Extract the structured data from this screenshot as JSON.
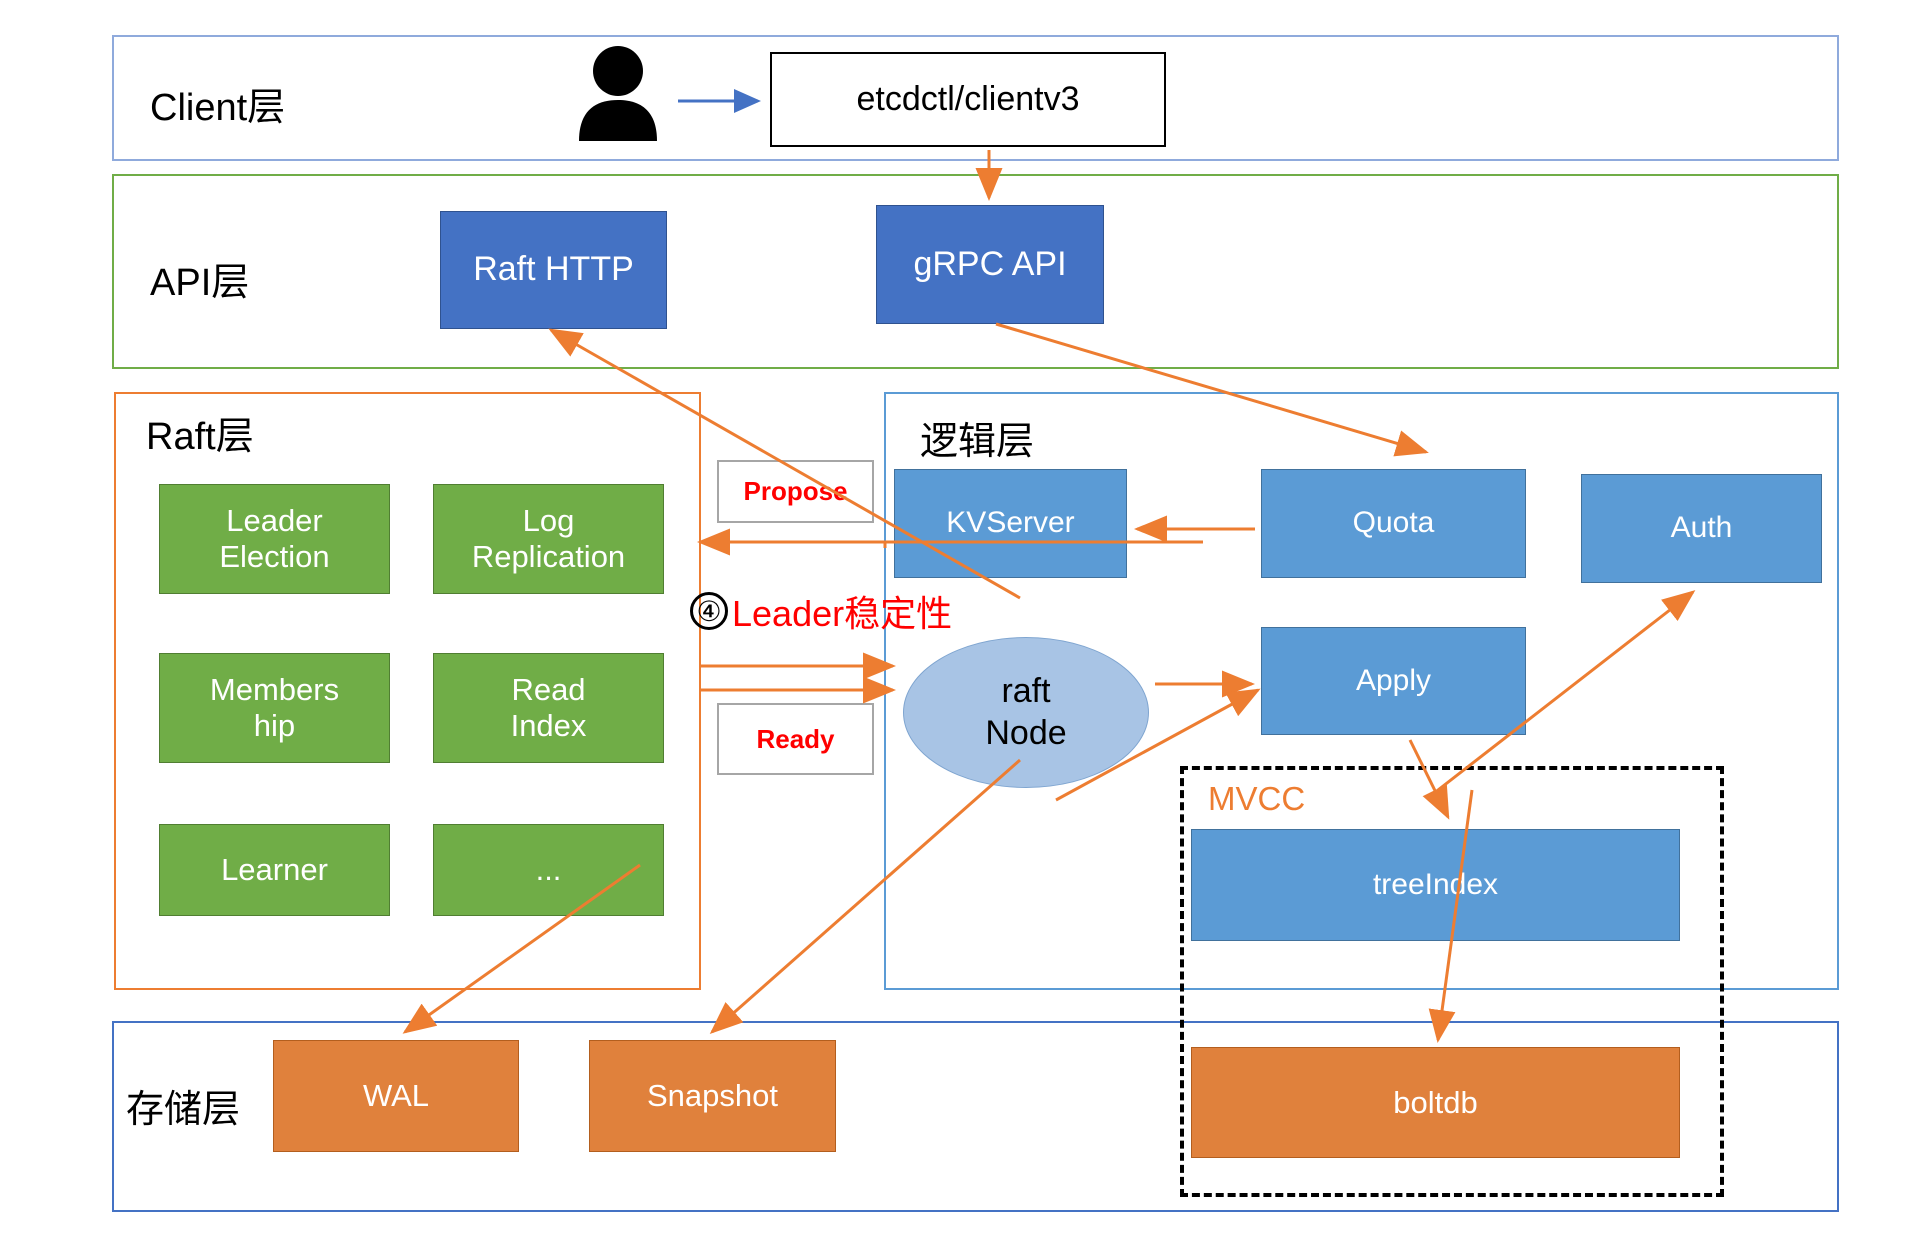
{
  "diagram": {
    "title": "etcd architecture layers",
    "colors": {
      "client_border": "#8FAADC",
      "api_border": "#70AD47",
      "raft_border": "#ED7D31",
      "logic_border": "#5B9BD5",
      "storage_border": "#4472C4",
      "api_node": "#4472C4",
      "raft_node": "#70AD47",
      "logic_node": "#5B9BD5",
      "storage_node": "#E0813C",
      "ellipse": "#A8C4E5",
      "arrow": "#ED7D31",
      "client_arrow": "#4472C4",
      "annotation_red": "#FF0000",
      "mvcc_label": "#ED7D31"
    },
    "layers": [
      {
        "name": "client",
        "title": "Client层"
      },
      {
        "name": "api",
        "title": "API层"
      },
      {
        "name": "raft",
        "title": "Raft层"
      },
      {
        "name": "logic",
        "title": "逻辑层"
      },
      {
        "name": "storage",
        "title": "存储层"
      }
    ],
    "client_layer": {
      "actor_icon": "person-icon",
      "client_box": "etcdctl/clientv3"
    },
    "api_layer": {
      "nodes": [
        {
          "id": "raft-http",
          "label": "Raft HTTP"
        },
        {
          "id": "grpc-api",
          "label": "gRPC API"
        }
      ]
    },
    "raft_layer": {
      "nodes": [
        {
          "id": "leader-election",
          "label": "Leader\nElection"
        },
        {
          "id": "log-replication",
          "label": "Log\nReplication"
        },
        {
          "id": "membership",
          "label": "Members\nhip"
        },
        {
          "id": "read-index",
          "label": "Read\nIndex"
        },
        {
          "id": "learner",
          "label": "Learner"
        },
        {
          "id": "more",
          "label": "..."
        }
      ]
    },
    "channels": [
      {
        "id": "propose",
        "label": "Propose"
      },
      {
        "id": "ready",
        "label": "Ready"
      }
    ],
    "annotation": {
      "number": "④",
      "text": "Leader稳定性"
    },
    "logic_layer": {
      "nodes": [
        {
          "id": "kvserver",
          "label": "KVServer"
        },
        {
          "id": "quota",
          "label": "Quota"
        },
        {
          "id": "auth",
          "label": "Auth"
        },
        {
          "id": "apply",
          "label": "Apply"
        },
        {
          "id": "raft-node",
          "label": "raft\nNode"
        }
      ],
      "mvcc": {
        "label": "MVCC",
        "nodes": [
          {
            "id": "treeindex",
            "label": "treeIndex"
          },
          {
            "id": "boltdb",
            "label": "boltdb"
          }
        ]
      }
    },
    "storage_layer": {
      "nodes": [
        {
          "id": "wal",
          "label": "WAL"
        },
        {
          "id": "snapshot",
          "label": "Snapshot"
        }
      ]
    }
  }
}
